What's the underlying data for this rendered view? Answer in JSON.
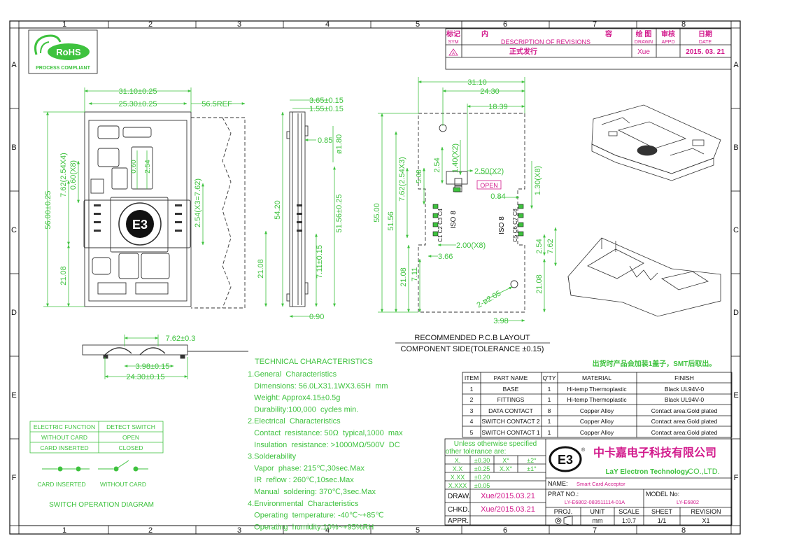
{
  "frame": {
    "columns": [
      "1",
      "2",
      "3",
      "4",
      "5",
      "6",
      "7",
      "8"
    ],
    "rows": [
      "A",
      "B",
      "C",
      "D",
      "E",
      "F"
    ]
  },
  "logo": {
    "brand": "RoHS",
    "tagline": "PROCESS COMPLIANT"
  },
  "revision_block": {
    "headers": {
      "sym_cn": "标记",
      "sym_en": "SYM",
      "desc_cn_left": "内",
      "desc_cn_right": "容",
      "desc_en": "DESCRIPTION  OF  REVISIONS",
      "drawn_cn": "绘 图",
      "drawn_en": "DRAWN",
      "appd_cn": "审核",
      "appd_en": "APPD",
      "date_cn": "日期",
      "date_en": "DATE"
    },
    "row": {
      "sym": "A",
      "desc": "正式发行",
      "drawn": "Xue",
      "appd": "",
      "date": "2015. 03. 21"
    }
  },
  "top_view": {
    "d_width": "31.10±0.25",
    "d_inner": "25.30±0.25",
    "d_ref": "56.5REF",
    "d_length": "56.00±0.25",
    "d_pitch_v": "7.62(2.54X4)",
    "d_pad_w": "0.60(X8)",
    "d_small_a": "0.60",
    "d_small_b": "2.54",
    "d_pitch_r": "2.54(X3=7.62)",
    "d_bottom_l": "21.08",
    "d_bottom_r": "21.08"
  },
  "side_view": {
    "d_height": "3.65±0.15",
    "d_step": "1.55±0.15",
    "d_085": "0.85",
    "d_peg": "ø1.80",
    "d_total": "54.20",
    "d_body": "51.56±0.25",
    "d_lower": "7.11±0.15",
    "d_090": "0.90"
  },
  "pcb_layout": {
    "d_3110": "31.10",
    "d_2430": "24.30",
    "d_1839": "18.39",
    "d_140": "1.40(X2)",
    "d_254": "2.54",
    "d_250": "2.50(X2)",
    "open_label": "OPEN",
    "d_508": "5.08",
    "d_762l": "7.62(2.54X3)",
    "d_5500": "55.00",
    "d_5156": "51.56",
    "d_084": "0.84",
    "d_130": "1.30(X8)",
    "iso_left": "ISO 8",
    "iso_right": "ISO 8",
    "pins_left": [
      "C1",
      "C2",
      "C3",
      "C4"
    ],
    "pins_right": [
      "C5",
      "C6",
      "C7",
      "C8"
    ],
    "d_200": "2.00(X8)",
    "d_366": "3.66",
    "d_2108": "21.08",
    "d_711": "7.11",
    "d_254r": "2.54",
    "d_762r": "7.62",
    "d_2108r": "21.08",
    "d_holes": "2-ø2.05",
    "d_398": "3.98",
    "caption_1": "RECOMMENDED  P.C.B  LAYOUT",
    "caption_2": "COMPONENT  SIDE(TOLERANCE  ±0.15)"
  },
  "spring_detail": {
    "d_762": "7.62±0.3",
    "d_398": "3.98±0.15",
    "d_2430": "24.30±0.15"
  },
  "tech": {
    "title": "TECHNICAL  CHARACTERISTICS",
    "lines": [
      "1.General  Characteristics",
      "   Dimensions: 56.0LX31.1WX3.65H  mm",
      "   Weight: Approx4.15±0.5g",
      "   Durability:100,000  cycles min.",
      "2.Electrical  Characteristics",
      "   Contact  resistance: 50Ω  typical,1000  max",
      "   Insulation  resistance: >1000MΩ/500V  DC",
      "3.Solderability",
      "   Vapor  phase: 215℃,30sec.Max",
      "   IR  reflow : 260℃,10sec.Max",
      "   Manual  soldering: 370℃,3sec.Max",
      "4.Environmental  Characteristics",
      "   Operating  temperature: -40℃~+85℃",
      "   Operating  humidity:10%~+95%RH"
    ]
  },
  "switch_table": {
    "headers": [
      "ELECTRIC FUNCTION",
      "DETECT SWITCH"
    ],
    "rows": [
      [
        "WITHOUT CARD",
        "OPEN"
      ],
      [
        "CARD INSERTED",
        "CLOSED"
      ]
    ],
    "label_inserted": "CARD INSERTED",
    "label_without": "WITHOUT CARD",
    "title": "SWITCH  OPERATION  DIAGRAM"
  },
  "note_cn": "出货时产品会加装1盖子，SMT后取出。",
  "bom": {
    "headers": [
      "ITEM",
      "PART NAME",
      "Q'TY",
      "MATERIAL",
      "FINISH"
    ],
    "rows": [
      [
        "1",
        "BASE",
        "1",
        "Hi-temp  Thermoplastic",
        "Black  UL94V-0"
      ],
      [
        "2",
        "FITTINGS",
        "1",
        "Hi-temp  Thermoplastic",
        "Black  UL94V-0"
      ],
      [
        "3",
        "DATA  CONTACT",
        "8",
        "Copper  Alloy",
        "Contact  area:Gold  plated"
      ],
      [
        "4",
        "SWITCH  CONTACT 2",
        "1",
        "Copper  Alloy",
        "Contact  area:Gold  plated"
      ],
      [
        "5",
        "SWITCH  CONTACT 1",
        "1",
        "Copper  Alloy",
        "Contact  area:Gold  plated"
      ]
    ]
  },
  "title_block": {
    "tol_title_1": "Unless  otherwise  specified",
    "tol_title_2": "other  tolerance  are:",
    "tol_rows": [
      [
        "X.",
        "±0.30",
        "X°",
        "±2°"
      ],
      [
        "X.X",
        "±0.25",
        "X.X°",
        "±1°"
      ],
      [
        "X.XX",
        "±0.20",
        "",
        ""
      ],
      [
        "X.XXX",
        "±0.05",
        "",
        ""
      ]
    ],
    "company_cn": "中卡嘉电子科技有限公司",
    "company_en": "LaY  Electron  Technology",
    "company_suffix": "CO.,LTD.",
    "name_label": "NAME:",
    "name_value": "Smart  Card  Acceptor",
    "draw_label": "DRAW.",
    "draw_value": "Xue/2015.03.21",
    "chkd_label": "CHKD.",
    "chkd_value": "Xue/2015.03.21",
    "appr_label": "APPR.",
    "part_label": "PRAT NO.:",
    "part_value": "LY-E6802-083511114-01A",
    "model_label": "MODEL No:",
    "model_value": "LY-E6802",
    "proj_label": "PROJ.",
    "unit_label": "UNIT",
    "unit_value": "mm",
    "scale_label": "SCALE",
    "scale_value": "1:0.7",
    "sheet_label": "SHEET",
    "sheet_value": "1/1",
    "rev_label": "REVISION",
    "rev_value": "X1"
  }
}
